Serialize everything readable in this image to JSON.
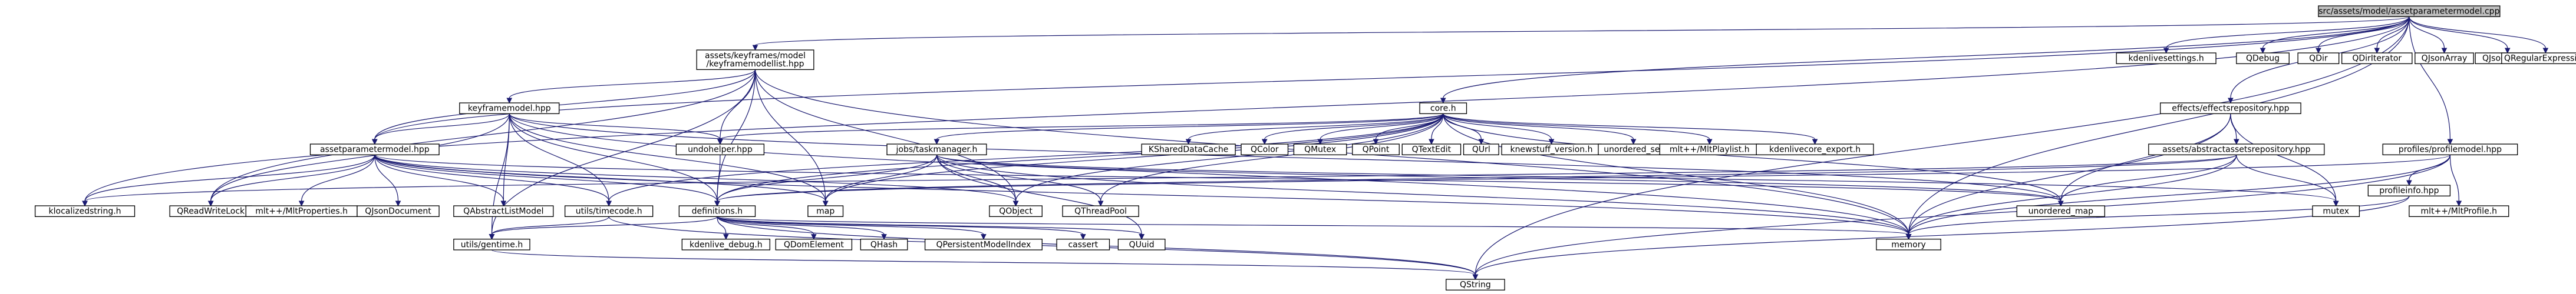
{
  "graph": {
    "nodes": [
      {
        "id": "root",
        "lines": [
          "src/assets/model/assetparametermodel.cpp"
        ],
        "style": "root"
      },
      {
        "id": "kfmlist",
        "lines": [
          "assets/keyframes/model",
          "/keyframemodellist.hpp"
        ],
        "style": "normal"
      },
      {
        "id": "kdenlivesettings",
        "lines": [
          "kdenlivesettings.h"
        ],
        "style": "plain"
      },
      {
        "id": "qdebug",
        "lines": [
          "QDebug"
        ],
        "style": "plain"
      },
      {
        "id": "qdir",
        "lines": [
          "QDir"
        ],
        "style": "plain"
      },
      {
        "id": "qdiriterator",
        "lines": [
          "QDirIterator"
        ],
        "style": "plain"
      },
      {
        "id": "qjsonarray",
        "lines": [
          "QJsonArray"
        ],
        "style": "plain"
      },
      {
        "id": "qjsonobject",
        "lines": [
          "QJsonObject"
        ],
        "style": "plain"
      },
      {
        "id": "qregexp",
        "lines": [
          "QRegularExpression"
        ],
        "style": "plain"
      },
      {
        "id": "kfmodel",
        "lines": [
          "keyframemodel.hpp"
        ],
        "style": "red"
      },
      {
        "id": "core",
        "lines": [
          "core.h"
        ],
        "style": "normal"
      },
      {
        "id": "effrepo",
        "lines": [
          "effects/effectsrepository.hpp"
        ],
        "style": "normal"
      },
      {
        "id": "profmodel",
        "lines": [
          "profiles/profilemodel.hpp"
        ],
        "style": "normal"
      },
      {
        "id": "assetparam",
        "lines": [
          "assetparametermodel.hpp"
        ],
        "style": "normal"
      },
      {
        "id": "undohelper",
        "lines": [
          "undohelper.hpp"
        ],
        "style": "red"
      },
      {
        "id": "jobs",
        "lines": [
          "jobs/taskmanager.h"
        ],
        "style": "red"
      },
      {
        "id": "ksdc",
        "lines": [
          "KSharedDataCache"
        ],
        "style": "plain"
      },
      {
        "id": "qcolor",
        "lines": [
          "QColor"
        ],
        "style": "plain"
      },
      {
        "id": "qmutex",
        "lines": [
          "QMutex"
        ],
        "style": "plain"
      },
      {
        "id": "qpoint",
        "lines": [
          "QPoint"
        ],
        "style": "plain"
      },
      {
        "id": "qtextedit",
        "lines": [
          "QTextEdit"
        ],
        "style": "plain"
      },
      {
        "id": "qurl",
        "lines": [
          "QUrl"
        ],
        "style": "plain"
      },
      {
        "id": "knewstuff",
        "lines": [
          "knewstuff_version.h"
        ],
        "style": "plain"
      },
      {
        "id": "unset",
        "lines": [
          "unordered_set"
        ],
        "style": "plain"
      },
      {
        "id": "mltplaylist",
        "lines": [
          "mlt++/MltPlaylist.h"
        ],
        "style": "plain"
      },
      {
        "id": "kdcoreexp",
        "lines": [
          "kdenlivecore_export.h"
        ],
        "style": "normal"
      },
      {
        "id": "abstractasset",
        "lines": [
          "assets/abstractassetsrepository.hpp"
        ],
        "style": "red"
      },
      {
        "id": "profileinfo",
        "lines": [
          "profileinfo.hpp"
        ],
        "style": "normal"
      },
      {
        "id": "klocalized",
        "lines": [
          "klocalizedstring.h"
        ],
        "style": "plain"
      },
      {
        "id": "qreadwritelock",
        "lines": [
          "QReadWriteLock"
        ],
        "style": "plain"
      },
      {
        "id": "mltprops",
        "lines": [
          "mlt++/MltProperties.h"
        ],
        "style": "plain"
      },
      {
        "id": "qjsondoc",
        "lines": [
          "QJsonDocument"
        ],
        "style": "plain"
      },
      {
        "id": "qabslist",
        "lines": [
          "QAbstractListModel"
        ],
        "style": "plain"
      },
      {
        "id": "timecode",
        "lines": [
          "utils/timecode.h"
        ],
        "style": "normal"
      },
      {
        "id": "definitions",
        "lines": [
          "definitions.h"
        ],
        "style": "normal"
      },
      {
        "id": "map",
        "lines": [
          "map"
        ],
        "style": "plain"
      },
      {
        "id": "qobject",
        "lines": [
          "QObject"
        ],
        "style": "plain"
      },
      {
        "id": "qthreadpool",
        "lines": [
          "QThreadPool"
        ],
        "style": "plain"
      },
      {
        "id": "unmap",
        "lines": [
          "unordered_map"
        ],
        "style": "plain"
      },
      {
        "id": "mutex",
        "lines": [
          "mutex"
        ],
        "style": "plain"
      },
      {
        "id": "mltprofile",
        "lines": [
          "mlt++/MltProfile.h"
        ],
        "style": "plain"
      },
      {
        "id": "memory",
        "lines": [
          "memory"
        ],
        "style": "plain"
      },
      {
        "id": "gentime",
        "lines": [
          "utils/gentime.h"
        ],
        "style": "red"
      },
      {
        "id": "kdenlivedebug",
        "lines": [
          "kdenlive_debug.h"
        ],
        "style": "plain"
      },
      {
        "id": "qdomelement",
        "lines": [
          "QDomElement"
        ],
        "style": "plain"
      },
      {
        "id": "qhash",
        "lines": [
          "QHash"
        ],
        "style": "plain"
      },
      {
        "id": "qpersist",
        "lines": [
          "QPersistentModelIndex"
        ],
        "style": "plain"
      },
      {
        "id": "cassert",
        "lines": [
          "cassert"
        ],
        "style": "plain"
      },
      {
        "id": "quuid",
        "lines": [
          "QUuid"
        ],
        "style": "plain"
      },
      {
        "id": "qstring",
        "lines": [
          "QString"
        ],
        "style": "plain"
      }
    ],
    "edges": [
      [
        "root",
        "kfmlist"
      ],
      [
        "root",
        "kdenlivesettings"
      ],
      [
        "root",
        "qdebug"
      ],
      [
        "root",
        "qdir"
      ],
      [
        "root",
        "qdiriterator"
      ],
      [
        "root",
        "qjsonarray"
      ],
      [
        "root",
        "qjsonobject"
      ],
      [
        "root",
        "qregexp"
      ],
      [
        "root",
        "core"
      ],
      [
        "root",
        "effrepo"
      ],
      [
        "root",
        "profmodel"
      ],
      [
        "root",
        "klocalized"
      ],
      [
        "root",
        "qstring"
      ],
      [
        "root",
        "memory"
      ],
      [
        "root",
        "assetparam"
      ],
      [
        "kfmlist",
        "kfmodel"
      ],
      [
        "kfmlist",
        "assetparam"
      ],
      [
        "kfmlist",
        "undohelper"
      ],
      [
        "kfmlist",
        "definitions"
      ],
      [
        "kfmlist",
        "map"
      ],
      [
        "kfmlist",
        "qobject"
      ],
      [
        "kfmlist",
        "memory"
      ],
      [
        "kfmlist",
        "qreadwritelock"
      ],
      [
        "kfmlist",
        "gentime"
      ],
      [
        "kfmodel",
        "assetparam"
      ],
      [
        "kfmodel",
        "undohelper"
      ],
      [
        "kfmodel",
        "definitions"
      ],
      [
        "kfmodel",
        "map"
      ],
      [
        "kfmodel",
        "qabslist"
      ],
      [
        "kfmodel",
        "qreadwritelock"
      ],
      [
        "kfmodel",
        "memory"
      ],
      [
        "kfmodel",
        "gentime"
      ],
      [
        "kfmodel",
        "timecode"
      ],
      [
        "kfmodel",
        "unmap"
      ],
      [
        "core",
        "undohelper"
      ],
      [
        "core",
        "jobs"
      ],
      [
        "core",
        "ksdc"
      ],
      [
        "core",
        "qcolor"
      ],
      [
        "core",
        "qmutex"
      ],
      [
        "core",
        "qpoint"
      ],
      [
        "core",
        "qtextedit"
      ],
      [
        "core",
        "qurl"
      ],
      [
        "core",
        "knewstuff"
      ],
      [
        "core",
        "unset"
      ],
      [
        "core",
        "mltplaylist"
      ],
      [
        "core",
        "kdcoreexp"
      ],
      [
        "core",
        "definitions"
      ],
      [
        "core",
        "qobject"
      ],
      [
        "core",
        "qthreadpool"
      ],
      [
        "core",
        "timecode"
      ],
      [
        "core",
        "memory"
      ],
      [
        "core",
        "unmap"
      ],
      [
        "core",
        "map"
      ],
      [
        "effrepo",
        "abstractasset"
      ],
      [
        "effrepo",
        "unmap"
      ],
      [
        "effrepo",
        "mutex"
      ],
      [
        "effrepo",
        "memory"
      ],
      [
        "profmodel",
        "profileinfo"
      ],
      [
        "profmodel",
        "mltprofile"
      ],
      [
        "profmodel",
        "memory"
      ],
      [
        "profmodel",
        "qstring"
      ],
      [
        "profmodel",
        "definitions"
      ],
      [
        "profileinfo",
        "memory"
      ],
      [
        "profileinfo",
        "qstring"
      ],
      [
        "abstractasset",
        "definitions"
      ],
      [
        "abstractasset",
        "unmap"
      ],
      [
        "abstractasset",
        "mutex"
      ],
      [
        "abstractasset",
        "memory"
      ],
      [
        "abstractasset",
        "klocalized"
      ],
      [
        "assetparam",
        "klocalized"
      ],
      [
        "assetparam",
        "qreadwritelock"
      ],
      [
        "assetparam",
        "mltprops"
      ],
      [
        "assetparam",
        "qjsondoc"
      ],
      [
        "assetparam",
        "qabslist"
      ],
      [
        "assetparam",
        "definitions"
      ],
      [
        "assetparam",
        "map"
      ],
      [
        "assetparam",
        "memory"
      ],
      [
        "assetparam",
        "unmap"
      ],
      [
        "assetparam",
        "qobject"
      ],
      [
        "assetparam",
        "timecode"
      ],
      [
        "jobs",
        "definitions"
      ],
      [
        "jobs",
        "map"
      ],
      [
        "jobs",
        "qobject"
      ],
      [
        "jobs",
        "qthreadpool"
      ],
      [
        "jobs",
        "quuid"
      ],
      [
        "jobs",
        "memory"
      ],
      [
        "jobs",
        "unmap"
      ],
      [
        "jobs",
        "mutex"
      ],
      [
        "undohelper",
        "definitions"
      ],
      [
        "timecode",
        "gentime"
      ],
      [
        "timecode",
        "qstring"
      ],
      [
        "definitions",
        "gentime"
      ],
      [
        "definitions",
        "kdenlivedebug"
      ],
      [
        "definitions",
        "qdomelement"
      ],
      [
        "definitions",
        "qhash"
      ],
      [
        "definitions",
        "qpersist"
      ],
      [
        "definitions",
        "cassert"
      ],
      [
        "definitions",
        "quuid"
      ],
      [
        "definitions",
        "memory"
      ],
      [
        "definitions",
        "qstring"
      ],
      [
        "gentime",
        "qstring"
      ]
    ]
  },
  "colors": {
    "edge": "#191970",
    "root_fill": "#bfbfbf",
    "normal_fill": "#ffffff",
    "red_stroke": "#ff0000",
    "plain_stroke": "#bfbfbf"
  }
}
